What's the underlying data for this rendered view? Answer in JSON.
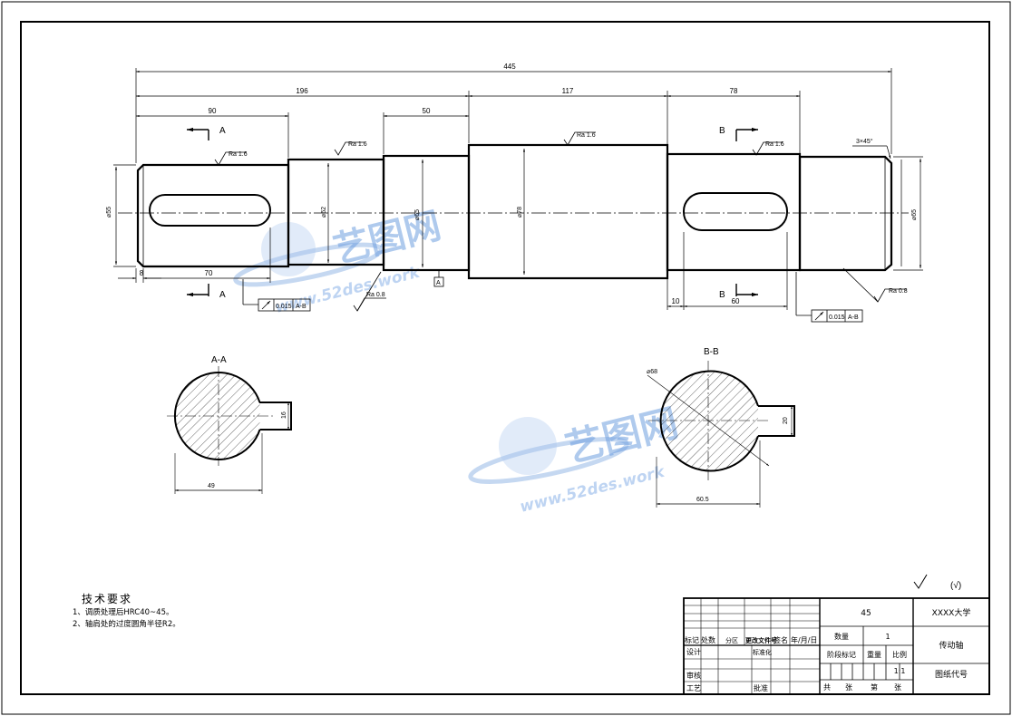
{
  "dimensions": {
    "overall": "445",
    "seg_196": "196",
    "seg_117": "117",
    "seg_78": "78",
    "seg_90": "90",
    "seg_50": "50",
    "seg_70": "70",
    "seg_8": "8",
    "seg_10": "10",
    "seg_60": "60",
    "dia_55": "⌀55",
    "dia_62": "⌀62",
    "dia_65a": "⌀65",
    "dia_78": "⌀78",
    "dia_65b": "⌀65",
    "chamfer": "3×45°",
    "dia_68": "⌀68",
    "keyway_16": "16",
    "keyway_20": "20",
    "depth_aa": "49",
    "depth_bb": "60.5"
  },
  "roughness": {
    "r1": "Ra 1.6",
    "r2": "Ra 1.6",
    "r3": "Ra 1.6",
    "r4": "Ra 1.6",
    "r5": "Ra 0.8",
    "r6": "Ra 0.8"
  },
  "tolerance": {
    "runout_left": "0.015",
    "datum_left": "A-B",
    "runout_right": "0.015",
    "datum_right": "A-B",
    "datum_a": "A"
  },
  "section_labels": {
    "a_top": "A",
    "a_bottom": "A",
    "b_top": "B",
    "b_bottom": "B",
    "aa": "A-A",
    "bb": "B-B"
  },
  "watermark": {
    "cn": "艺图网",
    "en": "www.52des.work"
  },
  "general_roughness": "(√)",
  "tech_notes": {
    "title": "技术要求",
    "items": [
      "1、调质处理后HRC40~45。",
      "2、轴肩处的过度圆角半径R2。"
    ]
  },
  "title_block": {
    "material": "45",
    "school": "XXXX大学",
    "part_name": "传动轴",
    "drawing_no": "图纸代号",
    "qty_label": "数量",
    "qty_value": "1",
    "stage_label": "阶段标记",
    "weight_label": "重量",
    "scale_label": "比例",
    "scale_value": "1:1",
    "total_label": "共",
    "sheets_label": "张",
    "page_label": "第",
    "page_sheets_label": "张",
    "mark_label": "标记",
    "place_label": "处数",
    "zone_label": "分区",
    "change_label": "更改文件号",
    "sign_label": "签名",
    "date_label": "年/月/日",
    "design_label": "设计",
    "std_label": "标准化",
    "review_label": "审核",
    "process_label": "工艺",
    "approve_label": "批准"
  }
}
